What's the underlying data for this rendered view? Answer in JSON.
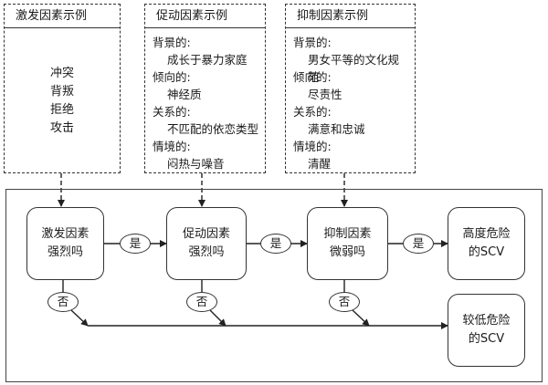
{
  "examples": {
    "provoking": {
      "title": "激发因素示例",
      "items": [
        "冲突",
        "背叛",
        "拒绝",
        "攻击"
      ]
    },
    "driving": {
      "title": "促动因素示例",
      "sections": [
        {
          "label": "背景的:",
          "value": "成长于暴力家庭"
        },
        {
          "label": "倾向的:",
          "value": "神经质"
        },
        {
          "label": "关系的:",
          "value": "不匹配的依恋类型"
        },
        {
          "label": "情境的:",
          "value": "闷热与噪音"
        }
      ]
    },
    "inhibiting": {
      "title": "抑制因素示例",
      "sections": [
        {
          "label": "背景的:",
          "value": "男女平等的文化规范"
        },
        {
          "label": "倾向的:",
          "value": "尽责性"
        },
        {
          "label": "关系的:",
          "value": "满意和忠诚"
        },
        {
          "label": "情境的:",
          "value": "清醒"
        }
      ]
    }
  },
  "flow": {
    "q1": [
      "激发因素",
      "强烈吗"
    ],
    "q2": [
      "促动因素",
      "强烈吗"
    ],
    "q3": [
      "抑制因素",
      "微弱吗"
    ],
    "high": [
      "高度危险",
      "的SCV"
    ],
    "low": [
      "较低危险",
      "的SCV"
    ],
    "yes": "是",
    "no": "否"
  }
}
